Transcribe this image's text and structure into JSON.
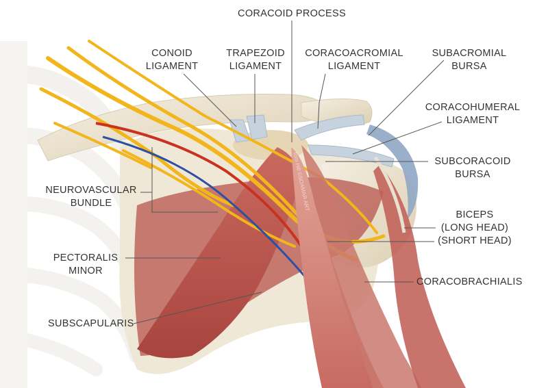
{
  "labels": {
    "coracoid_process": "CORACOID PROCESS",
    "conoid_ligament": [
      "CONOID",
      "LIGAMENT"
    ],
    "trapezoid_ligament": [
      "TRAPEZOID",
      "LIGAMENT"
    ],
    "coracoacromial_ligament": [
      "CORACOACROMIAL",
      "LIGAMENT"
    ],
    "subacromial_bursa": [
      "SUBACROMIAL",
      "BURSA"
    ],
    "coracohumeral_ligament": [
      "CORACOHUMERAL",
      "LIGAMENT"
    ],
    "subcoracoid_bursa": [
      "SUBCORACOID",
      "BURSA"
    ],
    "neurovascular_bundle": [
      "NEUROVASCULAR",
      "BUNDLE"
    ],
    "biceps": [
      "BICEPS",
      "(LONG HEAD)",
      "(SHORT HEAD)"
    ],
    "pectoralis_minor": [
      "PECTORALIS",
      "MINOR"
    ],
    "coracobrachialis": "CORACOBRACHIALIS",
    "subscapularis": "SUBSCAPULARIS"
  },
  "watermark": "Tom Hill ©SOAMAR ART",
  "colors": {
    "bone": "#efe7d6",
    "bone_shadow": "#d9cdb2",
    "muscle": "#b8504a",
    "muscle_light": "#d78a80",
    "nerve": "#f2b51c",
    "artery": "#c8321f",
    "vein": "#2f4fa0",
    "ligament": "#c6d3df",
    "bursa": "#8fa6c3",
    "label_text": "#333333",
    "leader_line": "#555555"
  }
}
